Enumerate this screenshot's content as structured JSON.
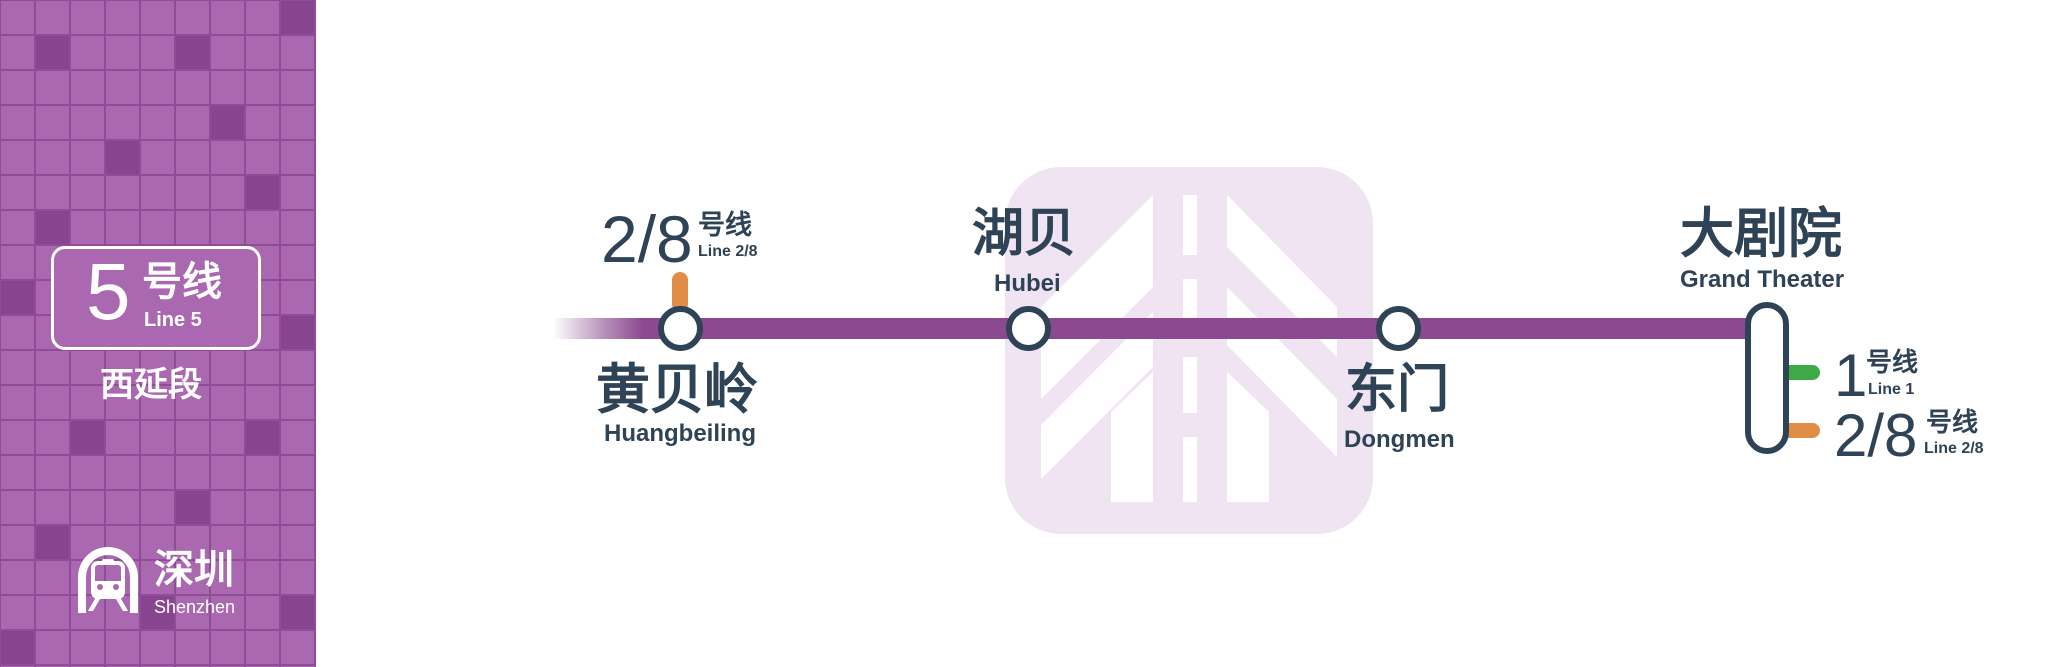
{
  "colors": {
    "line5": "#8B4A8F",
    "line1": "#3DAA47",
    "line2_8": "#E08E45",
    "text": "#2F4356",
    "panel_light": "#A968B0",
    "panel_dark": "#87458F",
    "watermark": "#F0E4F3"
  },
  "panel": {
    "line_number": "5",
    "line_cn": "号线",
    "line_en": "Line 5",
    "section": "西延段",
    "city_cn": "深圳",
    "city_en": "Shenzhen",
    "logo_icon": "metro-train-icon"
  },
  "stations": [
    {
      "name_cn": "黄贝岭",
      "name_en": "Huangbeiling",
      "transfers": [
        {
          "number": "2/8",
          "cn": "号线",
          "en": "Line 2/8",
          "color": "#E08E45"
        }
      ]
    },
    {
      "name_cn": "湖贝",
      "name_en": "Hubei",
      "transfers": []
    },
    {
      "name_cn": "东门",
      "name_en": "Dongmen",
      "transfers": []
    },
    {
      "name_cn": "大剧院",
      "name_en": "Grand Theater",
      "transfers": [
        {
          "number": "1",
          "cn": "号线",
          "en": "Line 1",
          "color": "#3DAA47"
        },
        {
          "number": "2/8",
          "cn": "号线",
          "en": "Line 2/8",
          "color": "#E08E45"
        }
      ]
    }
  ]
}
